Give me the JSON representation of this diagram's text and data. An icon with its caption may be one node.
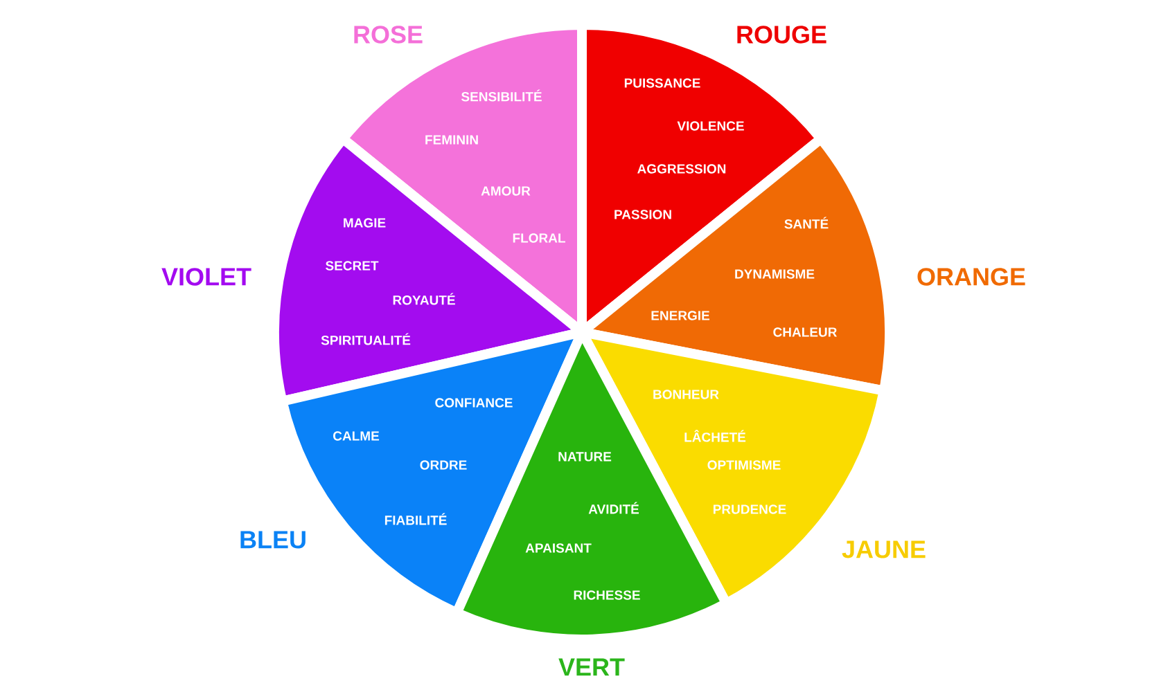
{
  "diagram": {
    "nodes": [
      {
        "text": [
          "ROSE",
          "SENSIBILITÉ",
          "FEMININ",
          "AMOUR",
          "FLORAL"
        ]
      },
      {
        "text": [
          "ROUGE",
          "PUISSANCE",
          "VIOLENCE",
          "AGGRESSION",
          "PASSION"
        ]
      },
      {
        "text": [
          "VIOLET",
          "MAGIE",
          "SECRET",
          "ROYAUTÉ",
          "SPIRITUALITÉ"
        ]
      },
      {
        "text": [
          "ORANGE",
          "SANTÉ",
          "DYNAMISME",
          "ENERGIE",
          "CHALEUR"
        ]
      },
      {
        "text": [
          "BLEU",
          "CONFIANCE",
          "CALME",
          "ORDRE",
          "FIABILITÉ"
        ]
      },
      {
        "text": [
          "JAUNE",
          "BONHEUR",
          "LÂCHETÉ",
          "OPTIMISME",
          "PRUDENCE"
        ]
      },
      {
        "text": [
          "VERT",
          "NATURE",
          "AVIDITÉ",
          "APAISANT",
          "RICHESSE"
        ]
      }
    ]
  }
}
